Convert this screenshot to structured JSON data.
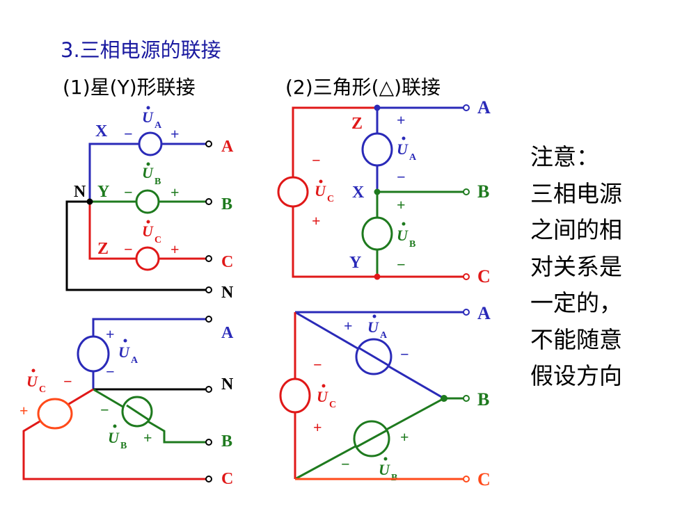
{
  "title": "3.三相电源的联接",
  "subtitle_star": "(1)星(Y)形联接",
  "subtitle_delta": "(2)三角形(△)联接",
  "note_lines": [
    "注意：",
    "三相电源",
    "之间的相",
    "对关系是",
    "一定的，",
    "不能随意",
    "假设方向"
  ],
  "labels": {
    "A": "A",
    "B": "B",
    "C": "C",
    "N": "N",
    "X": "X",
    "Y": "Y",
    "Z": "Z",
    "U": "U",
    "sub_A": "A",
    "sub_B": "B",
    "sub_C": "C",
    "plus": "+",
    "minus": "−"
  },
  "colors": {
    "phase_A": "#2a2ab8",
    "phase_B": "#1e7a1e",
    "phase_C": "#e01818",
    "phase_C_alt": "#ff4a1a",
    "neutral": "#000000",
    "title": "#1a1aa0"
  }
}
